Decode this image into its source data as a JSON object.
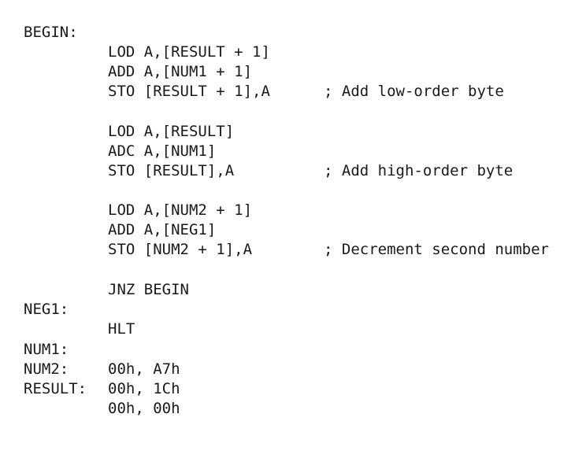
{
  "listing": {
    "lines": [
      {
        "label": "BEGIN:",
        "instr": "LOD A,[RESULT + 1]",
        "comment": ""
      },
      {
        "label": "",
        "instr": "ADD A,[NUM1 + 1]",
        "comment": "; Add low-order byte"
      },
      {
        "label": "",
        "instr": "STO [RESULT + 1],A",
        "comment": ""
      },
      {
        "label": "",
        "instr": "LOD A,[RESULT]",
        "comment": ""
      },
      {
        "label": "",
        "instr": "ADC A,[NUM1]",
        "comment": "; Add high-order byte"
      },
      {
        "label": "",
        "instr": "STO [RESULT],A",
        "comment": ""
      },
      {
        "label": "",
        "instr": "LOD A,[NUM2 + 1]",
        "comment": ""
      },
      {
        "label": "",
        "instr": "ADD A,[NEG1]",
        "comment": "; Decrement second number"
      },
      {
        "label": "",
        "instr": "STO [NUM2 + 1],A",
        "comment": ""
      },
      {
        "label": "",
        "instr": "JNZ BEGIN",
        "comment": ""
      },
      {
        "label": "NEG1:",
        "instr": "HLT",
        "comment": ""
      },
      {
        "label": "NUM1:",
        "instr": "00h, A7h",
        "comment": ""
      },
      {
        "label": "NUM2:",
        "instr": "00h, 1Ch",
        "comment": ""
      },
      {
        "label": "RESULT:",
        "instr": "00h, 00h",
        "comment": ""
      }
    ]
  }
}
